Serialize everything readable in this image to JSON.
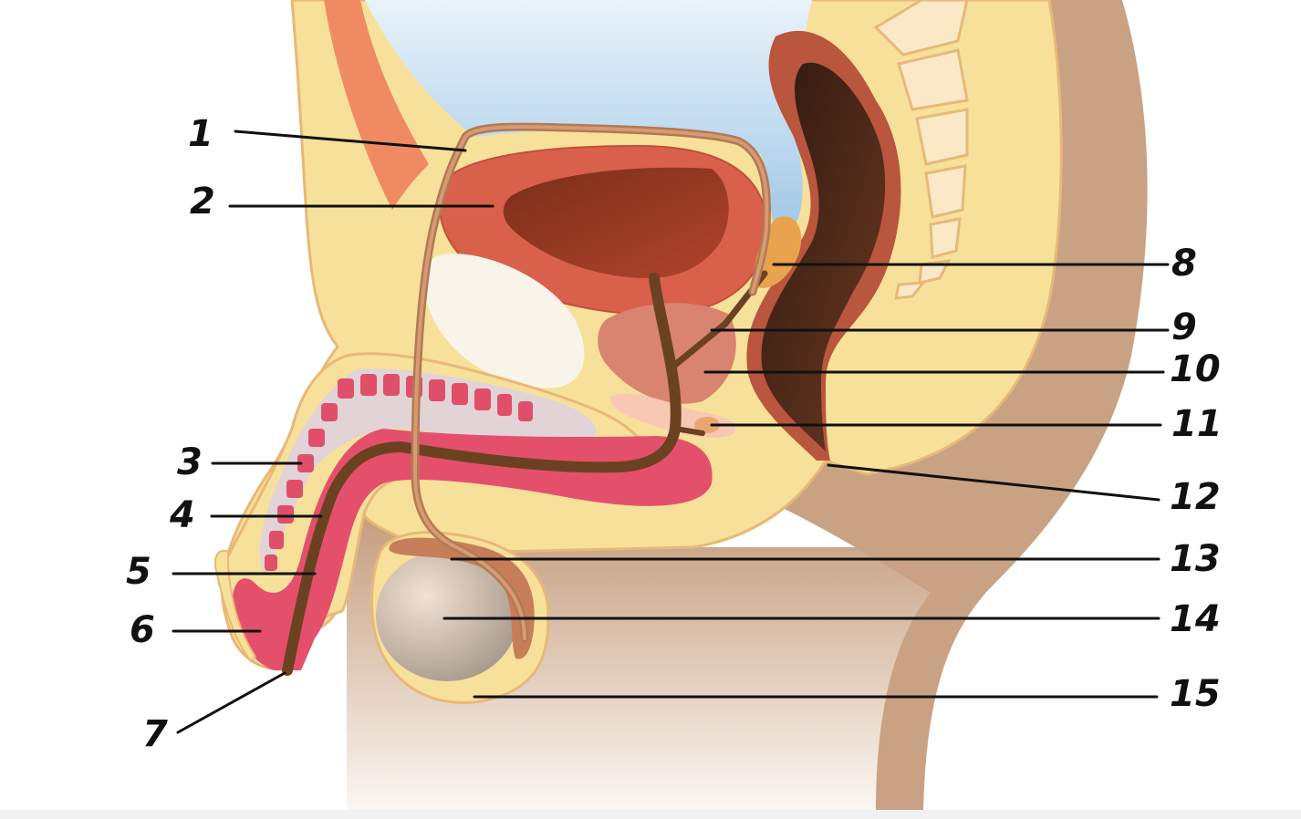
{
  "diagram": {
    "labels": [
      "1",
      "2",
      "3",
      "4",
      "5",
      "6",
      "7",
      "8",
      "9",
      "10",
      "11",
      "12",
      "13",
      "14",
      "15"
    ]
  },
  "colors": {
    "skin": "#c9a283",
    "fat": "#f7e19a",
    "bladder": "#d9604b",
    "bladder_inner": "#8c3a22",
    "rectum": "#3a2014",
    "spongy": "#e4506c",
    "cavernous": "#e2d3d6",
    "duct": "#6b4221",
    "testis": "#cfc4b5",
    "vessel_wall": "#b07a55",
    "sky": "#b9d6ec"
  }
}
